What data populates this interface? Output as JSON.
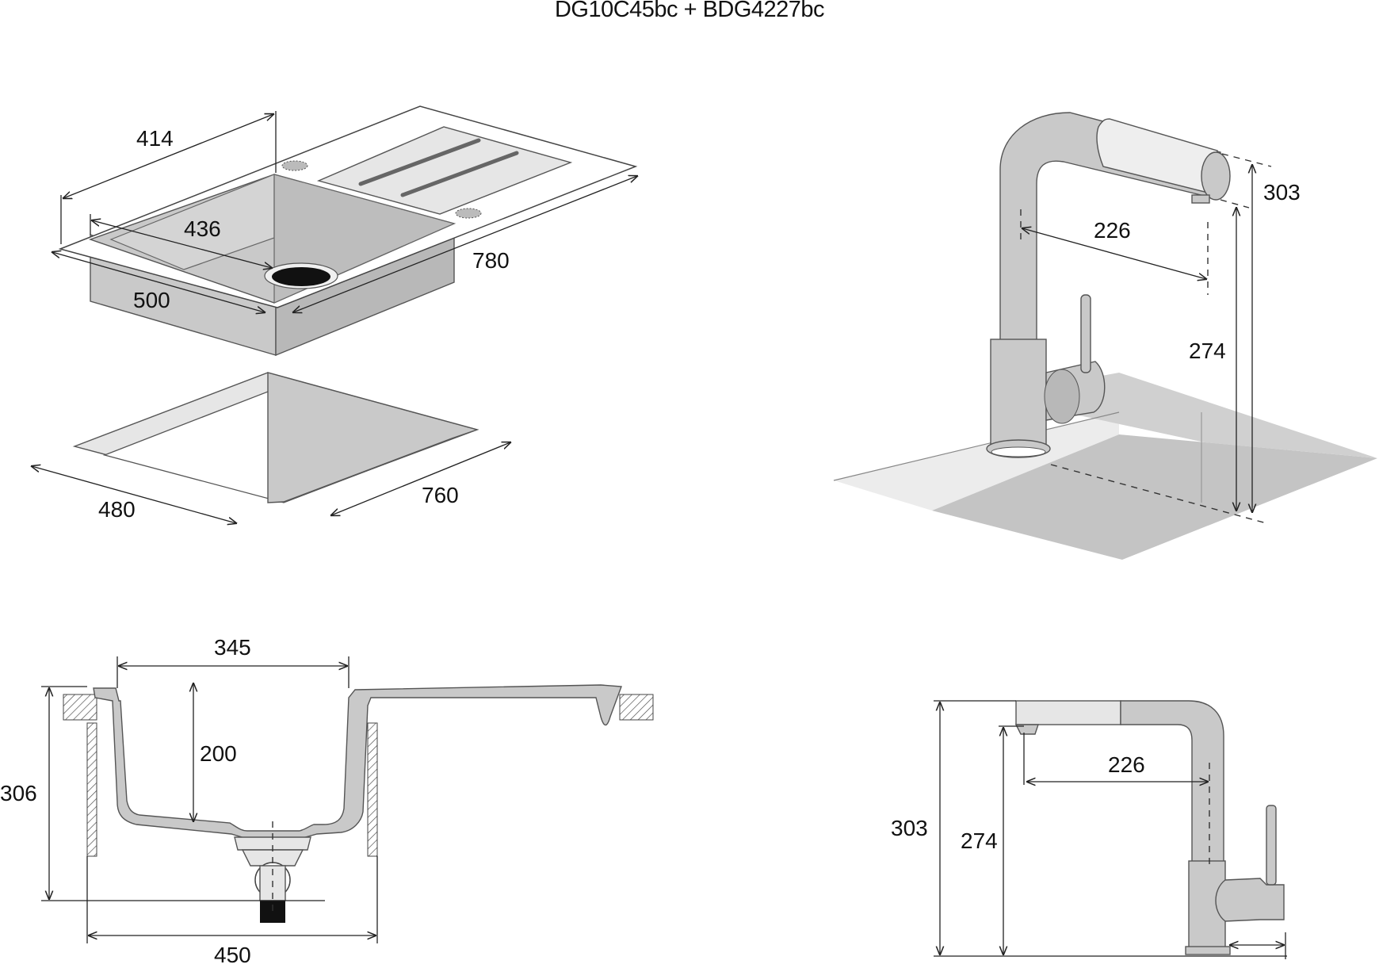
{
  "title": "DG10C45bc + BDG4227bc",
  "sink_top": {
    "d414": "414",
    "d436": "436",
    "d500": "500",
    "d780": "780"
  },
  "cutout": {
    "d480": "480",
    "d760": "760"
  },
  "tap_perspective": {
    "d303": "303",
    "d226": "226",
    "d274": "274"
  },
  "sink_section": {
    "d345": "345",
    "d200": "200",
    "d306": "306",
    "d450": "450"
  },
  "tap_side": {
    "d303": "303",
    "d226": "226",
    "d274": "274"
  },
  "colors": {
    "body": "#c9c9c9",
    "shadow": "#b8b8b8",
    "light": "#e6e6e6"
  }
}
